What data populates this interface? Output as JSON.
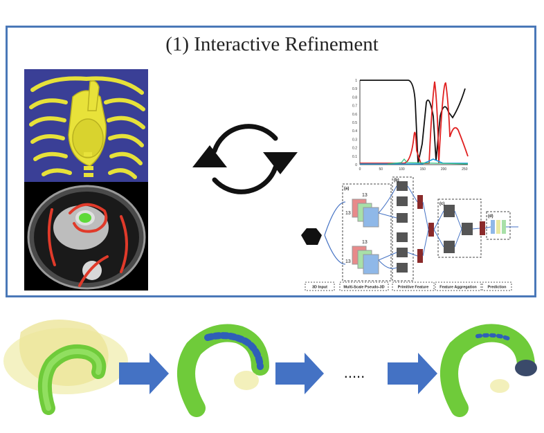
{
  "title": "(1) Interactive Refinement",
  "curve_chart": {
    "y_ticks": [
      "0",
      "0.1",
      "0.2",
      "0.3",
      "0.4",
      "0.5",
      "0.6",
      "0.7",
      "0.8",
      "0.9",
      "1"
    ],
    "x_ticks": [
      "0",
      "50",
      "100",
      "150",
      "200",
      "250"
    ]
  },
  "network": {
    "box_labels": [
      "(a)",
      "(b)",
      "(c)",
      "(d)"
    ],
    "dims": [
      "13",
      "13",
      "13",
      "13"
    ],
    "bottom_labels": [
      "3D Input",
      "Multi-Scale Pseudo-3D",
      "Primitive Feature",
      "Feature Aggregation",
      "Prediction"
    ]
  },
  "sequence": {
    "ellipsis": "....."
  },
  "colors": {
    "frame": "#4a78b8",
    "arrow": "#4472c4",
    "vessel": "#7ed34a",
    "bone": "#e8e23a",
    "volume_bg": "#3a3f96"
  }
}
